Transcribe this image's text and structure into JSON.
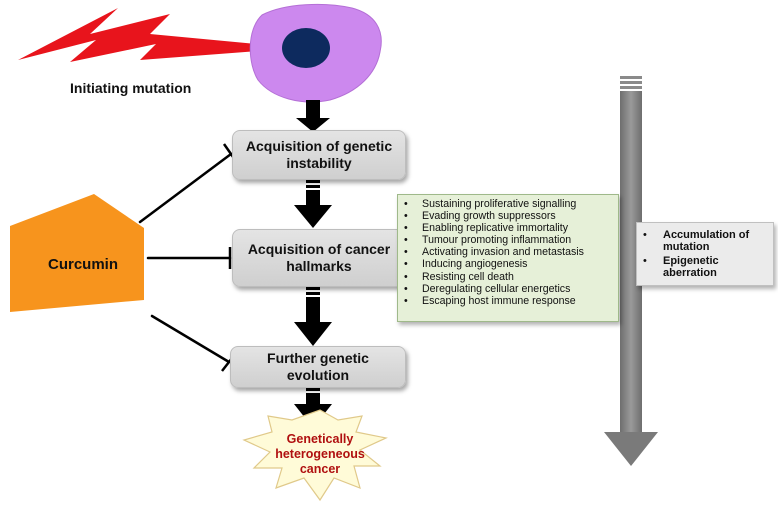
{
  "labels": {
    "initiating": "Initiating mutation",
    "curcumin": "Curcumin"
  },
  "stages": [
    {
      "lines": [
        "Acquisition of genetic",
        "instability"
      ]
    },
    {
      "lines": [
        "Acquisition of cancer",
        "hallmarks"
      ]
    },
    {
      "lines": [
        "Further genetic",
        "evolution"
      ]
    }
  ],
  "hallmarks": [
    "Sustaining proliferative signalling",
    "Evading growth suppressors",
    "Enabling replicative immortality",
    "Tumour promoting inflammation",
    "Activating invasion and metastasis",
    "Inducing angiogenesis",
    "Resisting cell death",
    "Deregulating cellular energetics",
    "Escaping host immune response"
  ],
  "accumulation": [
    "Accumulation of mutation",
    "Epigenetic aberration"
  ],
  "outcome": [
    "Genetically",
    "heterogeneous",
    "cancer"
  ],
  "colors": {
    "lightning": "#e8141c",
    "cell": "#cc88ee",
    "nucleus": "#0d2a5e",
    "curcumin": "#f7941d",
    "outcome_text": "#b01010",
    "arrow": "#000000",
    "time_arrow": "#808080",
    "starburst": "#fffbd8"
  }
}
